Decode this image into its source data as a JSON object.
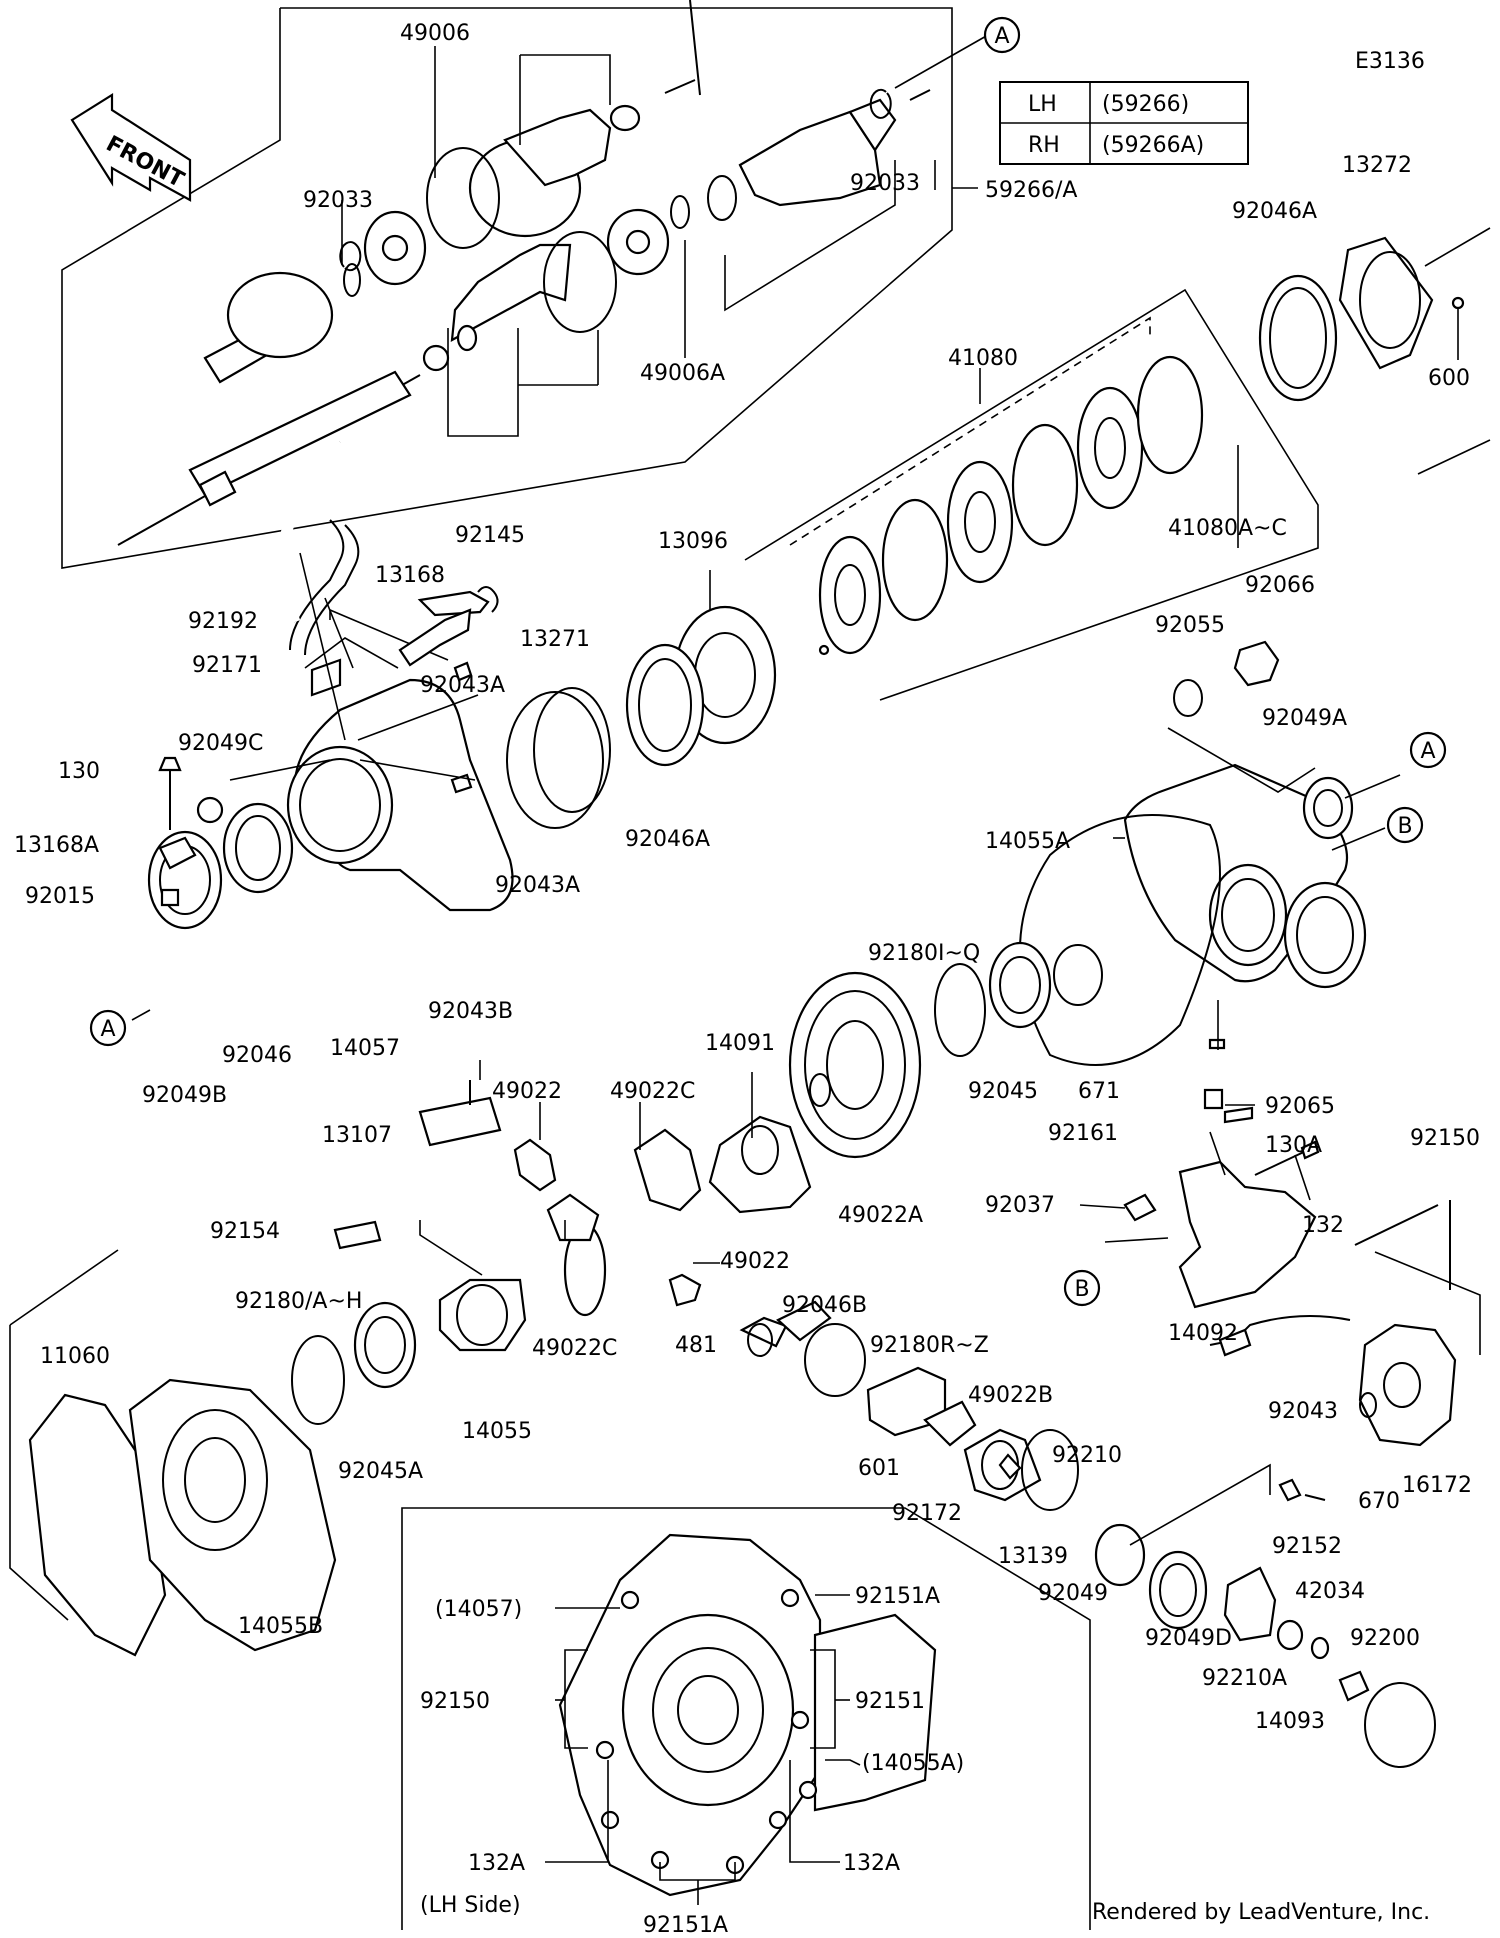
{
  "diagram": {
    "code": "E3136",
    "front_label": "FRONT",
    "side_caption": "(LH Side)",
    "rendered_by": "Rendered by LeadVenture, Inc.",
    "variant_table": [
      {
        "side": "LH",
        "part": "(59266)"
      },
      {
        "side": "RH",
        "part": "(59266A)"
      }
    ],
    "callouts": [
      "A",
      "A",
      "A",
      "B",
      "B"
    ],
    "part_labels": [
      "49006",
      "92033",
      "92033",
      "59266/A",
      "49006A",
      "13272",
      "92046A",
      "600",
      "41080",
      "41080A~C",
      "13096",
      "92145",
      "13168",
      "92192",
      "92171",
      "13271",
      "92043A",
      "92049C",
      "130",
      "13168A",
      "92015",
      "92043A",
      "92046A",
      "92066",
      "92055",
      "92049A",
      "14055A",
      "92180I~Q",
      "14091",
      "92046",
      "92049B",
      "14057",
      "92043B",
      "49022",
      "49022C",
      "92045",
      "671",
      "92065",
      "130A",
      "13107",
      "49022A",
      "92161",
      "92037",
      "132",
      "92150",
      "92154",
      "49022",
      "92046B",
      "92180/A~H",
      "11060",
      "481",
      "92180R~Z",
      "49022C",
      "14055",
      "92045A",
      "14092",
      "49022B",
      "92043",
      "92210",
      "601",
      "670",
      "16172",
      "92172",
      "92152",
      "13139",
      "92049",
      "42034",
      "14055B",
      "92049D",
      "92200",
      "92210A",
      "14093",
      "92151A",
      "(14057)",
      "92150",
      "92151",
      "(14055A)",
      "132A",
      "132A",
      "92151A"
    ]
  }
}
